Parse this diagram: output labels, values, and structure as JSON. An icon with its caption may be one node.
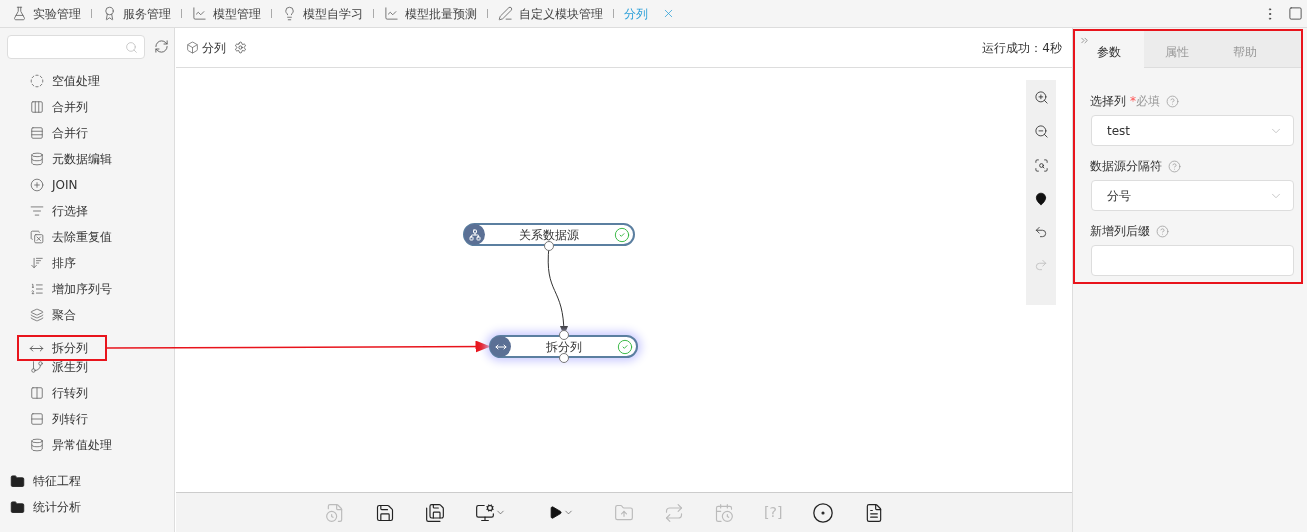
{
  "diagram": {
    "nodes": [
      {
        "text": [
          "拆分列"
        ]
      },
      {
        "text": [
          "关系数据源"
        ]
      },
      {
        "text": [
          "拆分列"
        ]
      }
    ],
    "edges": [
      {
        "from": 0,
        "to": 2,
        "arrow": "to",
        "color": "#e8141c"
      },
      {
        "from": 1,
        "to": 2,
        "arrow": "to",
        "color": "#333333"
      }
    ],
    "labels": [
      "实验管理",
      "服务管理",
      "模型管理",
      "模型自学习",
      "模型批量预测",
      "自定义模块管理",
      "分列",
      "分列",
      "运行成功：4秒",
      "空值处理",
      "合并列",
      "合并行",
      "元数据编辑",
      "JOIN",
      "行选择",
      "去除重复值",
      "排序",
      "增加序列号",
      "聚合",
      "派生列",
      "行转列",
      "列转行",
      "异常值处理",
      "特征工程",
      "统计分析",
      "参数",
      "属性",
      "帮助",
      "选择列",
      "*必填",
      "test",
      "数据源分隔符",
      "分号",
      "新增列后缀",
      "[?]"
    ]
  }
}
